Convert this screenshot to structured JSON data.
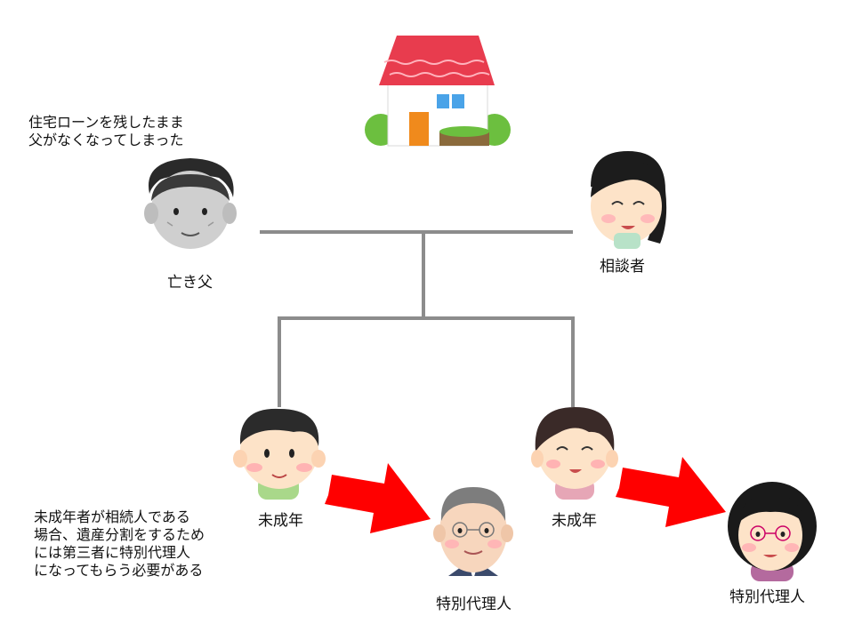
{
  "note_top": [
    "住宅ローンを残したまま",
    "父がなくなってしまった"
  ],
  "note_bottom": [
    "未成年者が相続人である",
    "場合、遺産分割をするため",
    "には第三者に特別代理人",
    "になってもらう必要がある"
  ],
  "labels": {
    "father": "亡き父",
    "consultant": "相談者",
    "child1": "未成年",
    "child2": "未成年",
    "rep1": "特別代理人",
    "rep2": "特別代理人"
  },
  "colors": {
    "arrow": "#ff0000",
    "line": "#8c8c8c",
    "roof": "#e83c4e",
    "window": "#4aa3e8",
    "door": "#f08a1c",
    "bush": "#6cbf3f"
  },
  "icons": [
    "house-icon",
    "father-icon",
    "mother-icon",
    "child-boy-icon",
    "child-girl-icon",
    "old-man-icon",
    "old-woman-icon"
  ]
}
